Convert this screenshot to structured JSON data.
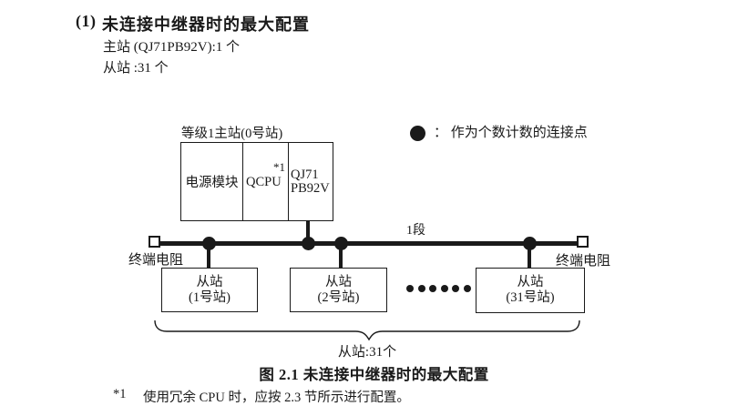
{
  "colors": {
    "ink": "#1a1a1a",
    "background": "#ffffff"
  },
  "heading": {
    "number": "(1)",
    "title": "未连接中继器时的最大配置",
    "master_count_line": "主站 (QJ71PB92V):1 个",
    "slave_count_line": "从站 :31 个"
  },
  "diagram": {
    "master_label": "等级1主站(0号站)",
    "master_unit": {
      "power_module": "电源模块",
      "cpu": "QCPU",
      "cpu_note": "*1",
      "pb_module_line1": "QJ71",
      "pb_module_line2": "PB92V"
    },
    "legend": {
      "text": "：  作为个数计数的连接点"
    },
    "segment_label": "1段",
    "terminator_left_label": "终端电阻",
    "terminator_right_label": "终端电阻",
    "slaves": [
      {
        "name": "从站",
        "station": "(1号站)"
      },
      {
        "name": "从站",
        "station": "(2号站)"
      },
      {
        "name": "从站",
        "station": "(31号站)"
      }
    ],
    "brace_label": "从站:31个"
  },
  "caption": "图 2.1 未连接中继器时的最大配置",
  "footnote": {
    "marker": "*1",
    "text": "使用冗余 CPU 时，应按 2.3 节所示进行配置。"
  }
}
